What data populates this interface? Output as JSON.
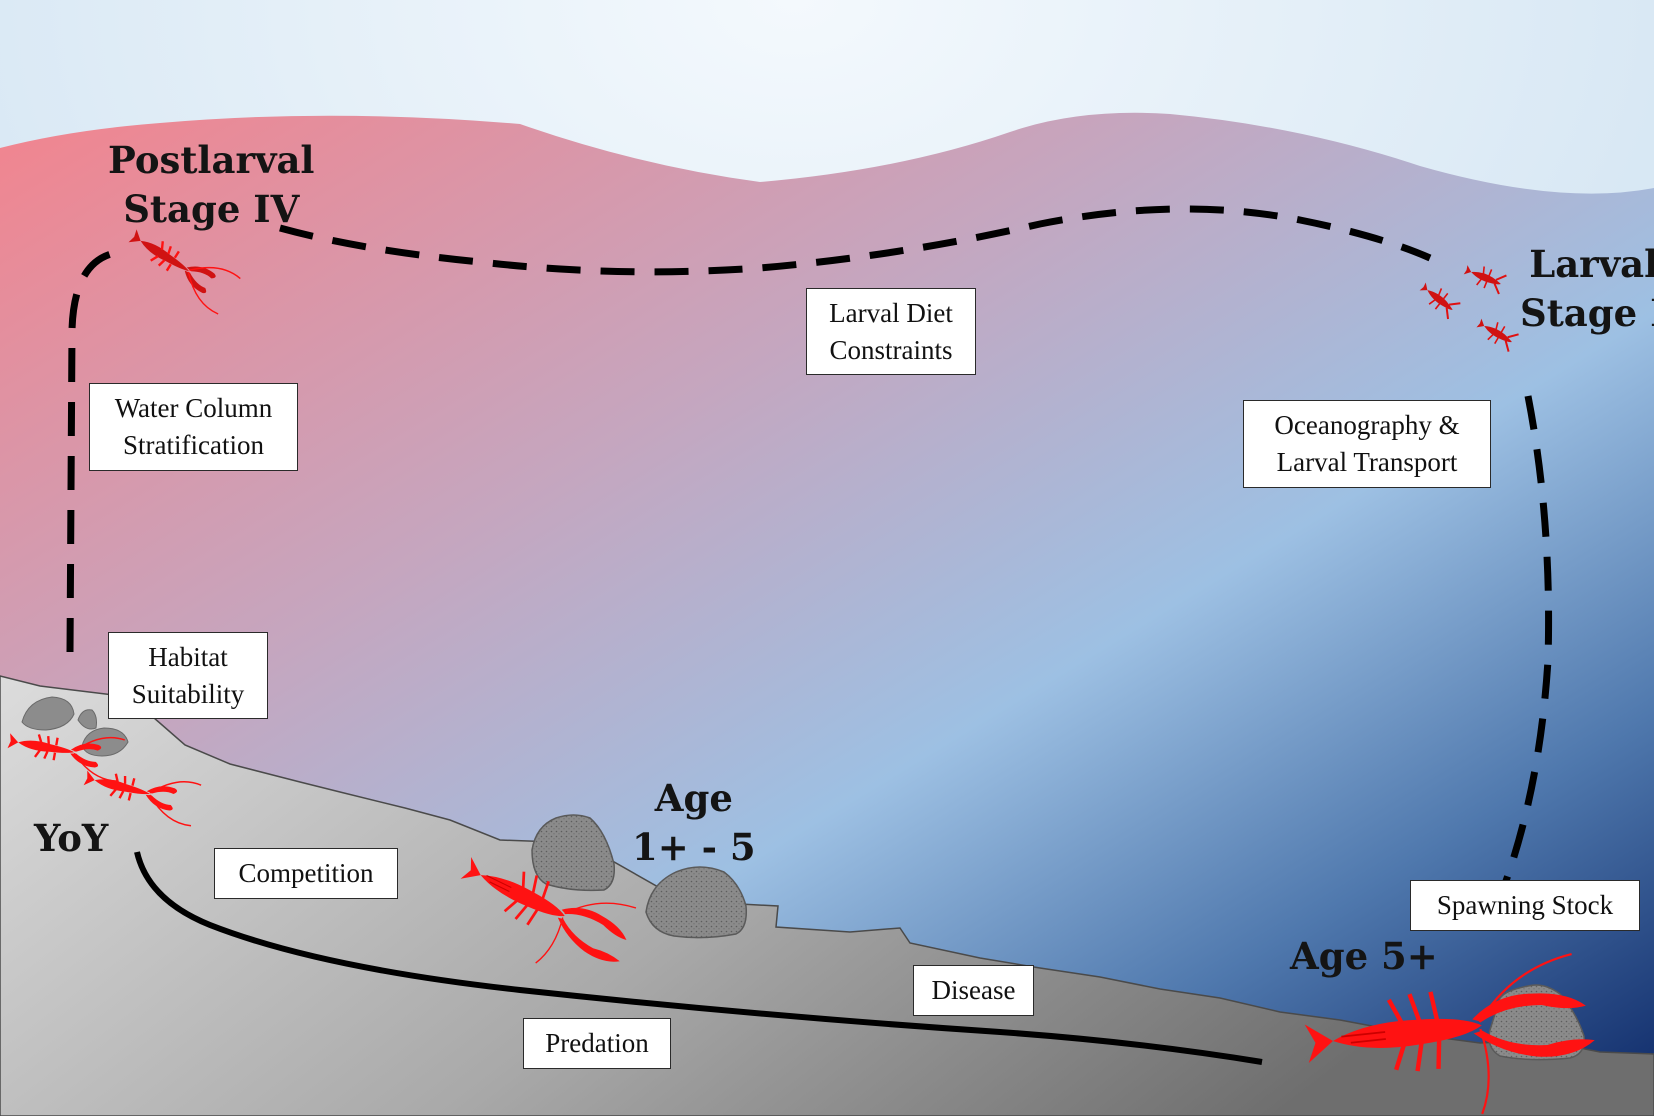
{
  "stage_labels": {
    "postlarval": [
      "Postlarval",
      "Stage IV"
    ],
    "larval": [
      "Larval",
      "Stage I"
    ],
    "yoy": "YoY",
    "age_juvenile": [
      "Age",
      "1+ - 5"
    ],
    "age_adult": "Age 5+"
  },
  "factors": {
    "water_column": [
      "Water Column",
      "Stratification"
    ],
    "larval_diet": [
      "Larval Diet",
      "Constraints"
    ],
    "oceanography": [
      "Oceanography &",
      "Larval Transport"
    ],
    "habitat": [
      "Habitat",
      "Suitability"
    ],
    "competition": [
      "Competition"
    ],
    "disease": [
      "Disease"
    ],
    "predation": [
      "Predation"
    ],
    "spawning": [
      "Spawning Stock"
    ]
  },
  "colors": {
    "sky_top": "#eef5fb",
    "water_surface_warm": "#f2848e",
    "water_surface_cool": "#b7a9c8",
    "water_mid": "#9dc0e3",
    "water_deep": "#0c2766",
    "seafloor_light": "#d9d9d9",
    "seafloor_dark": "#7a7a7a",
    "rock": "#8a8a8a",
    "lobster": "#ff1212",
    "path_line": "#000000"
  }
}
